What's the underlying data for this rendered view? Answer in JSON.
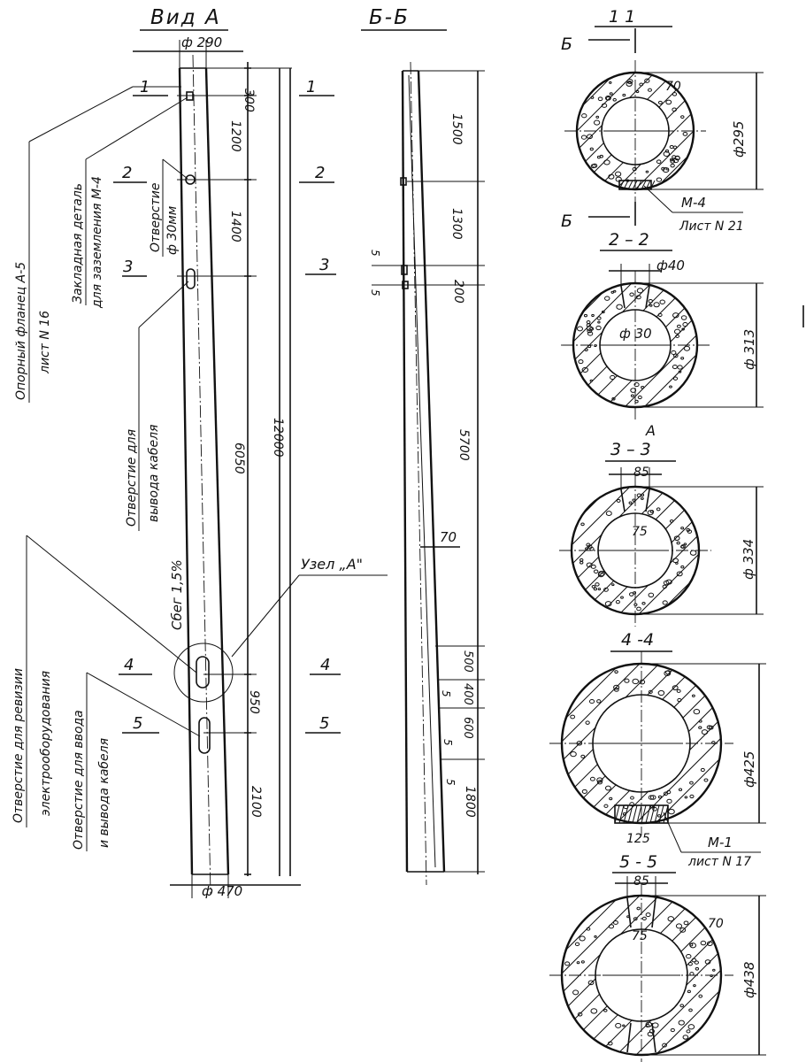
{
  "titles": {
    "view_a": "Вид А",
    "section_bb": "Б-Б",
    "section_11": "1   1",
    "section_22": "2 – 2",
    "section_33": "3 – 3",
    "section_44": "4 -4",
    "section_55": "5 - 5"
  },
  "view_a": {
    "top_diameter": "ф 290",
    "bottom_diameter": "ф  470",
    "dims": [
      "300",
      "1200",
      "1400",
      "6050",
      "12000",
      "950",
      "2100"
    ],
    "section_marks": [
      "1",
      "2",
      "3",
      "4",
      "5"
    ],
    "taper": "Сбег 1,5%",
    "node": "Узел „А\""
  },
  "labels": {
    "flange_line1": "Опорный фланец А-5",
    "flange_line2": "лист N 16",
    "embedded_line1": "Закладная деталь",
    "embedded_line2": "для заземления М-4",
    "hole30_line1": "Отверстие",
    "hole30_line2": "ф 30мм",
    "cable_out_line1": "Отверстие для",
    "cable_out_line2": "вывода кабеля",
    "revision_line1": "Отверстие для ревизии",
    "revision_line2": "электрооборудования",
    "cable_io_line1": "Отверстие для ввода",
    "cable_io_line2": "и вывода кабеля"
  },
  "section_bb": {
    "dims": [
      "1500",
      "1300",
      "200",
      "5700",
      "500",
      "400",
      "600",
      "1800"
    ],
    "small_dims": [
      "5",
      "5",
      "5",
      "5",
      "5"
    ],
    "wall": "70"
  },
  "sections": {
    "s11": {
      "diameter": "ф295",
      "wall": "70",
      "marker": "Б",
      "part_line1": "М-4",
      "part_line2": "Лист N 21"
    },
    "s22": {
      "diameter": "ф 313",
      "hole": "ф40",
      "inner": "ф 30",
      "arrow": "А"
    },
    "s33": {
      "diameter": "ф 334",
      "top": "85",
      "inner": "75"
    },
    "s44": {
      "diameter": "ф425",
      "bottom": "125",
      "part_line1": "М-1",
      "part_line2": "лист N 17"
    },
    "s55": {
      "diameter": "ф438",
      "top": "85",
      "inner": "75",
      "wall": "70"
    }
  }
}
